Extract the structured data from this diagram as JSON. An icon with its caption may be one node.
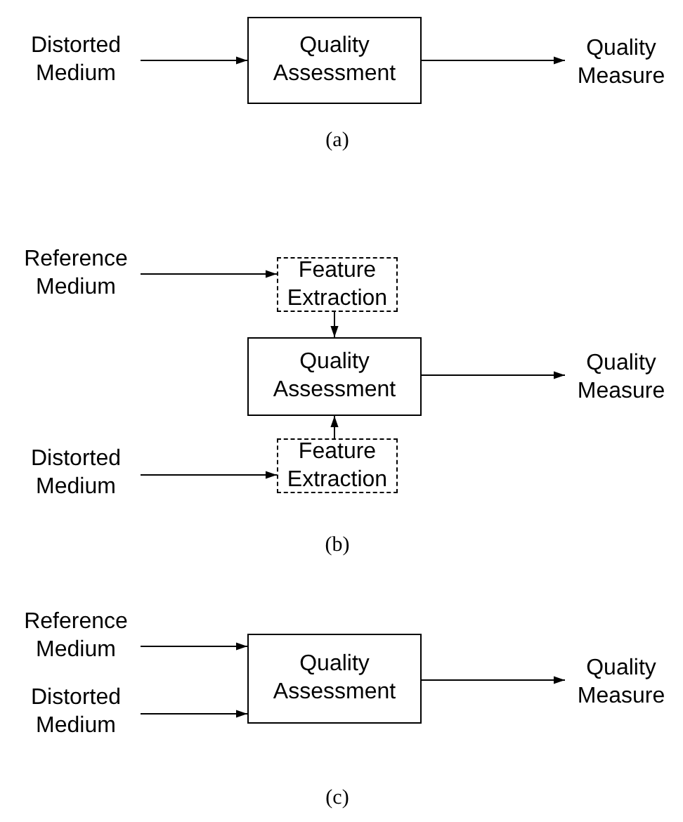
{
  "diagram": {
    "nodes": [
      {
        "text": [
          "Distorted Medium"
        ]
      },
      {
        "text": [
          "Quality Assessment"
        ]
      },
      {
        "text": [
          "Quality Measure"
        ]
      },
      {
        "text": [
          "Reference Medium"
        ]
      },
      {
        "text": [
          "Feature Extraction"
        ]
      },
      {
        "text": [
          "Quality Assessment"
        ]
      },
      {
        "text": [
          "Quality Measure"
        ]
      },
      {
        "text": [
          "Distorted Medium"
        ]
      },
      {
        "text": [
          "Feature Extraction"
        ]
      },
      {
        "text": [
          "Reference Medium"
        ]
      },
      {
        "text": [
          "Distorted Medium"
        ]
      },
      {
        "text": [
          "Quality Assessment"
        ]
      },
      {
        "text": [
          "Quality Measure"
        ]
      }
    ],
    "edges": [
      {
        "from": 0,
        "to": 1,
        "arrow": "to"
      },
      {
        "from": 1,
        "to": 2,
        "arrow": "to"
      },
      {
        "from": 3,
        "to": 4,
        "arrow": "to"
      },
      {
        "from": 4,
        "to": 5,
        "arrow": "to"
      },
      {
        "from": 8,
        "to": 5,
        "arrow": "to"
      },
      {
        "from": 7,
        "to": 8,
        "arrow": "to"
      },
      {
        "from": 5,
        "to": 6,
        "arrow": "to"
      },
      {
        "from": 9,
        "to": 11,
        "arrow": "to"
      },
      {
        "from": 10,
        "to": 11,
        "arrow": "to"
      },
      {
        "from": 11,
        "to": 12,
        "arrow": "to"
      }
    ],
    "labels": [
      "(a)",
      "(b)",
      "(c)"
    ]
  }
}
